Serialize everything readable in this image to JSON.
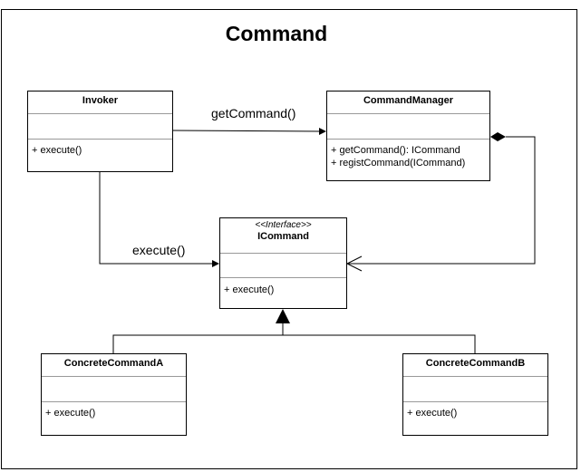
{
  "title": "Command",
  "classes": {
    "invoker": {
      "name": "Invoker",
      "ops": [
        "+ execute()"
      ]
    },
    "command_manager": {
      "name": "CommandManager",
      "ops": [
        "+ getCommand(): ICommand",
        "+ registCommand(ICommand)"
      ]
    },
    "icommand": {
      "stereotype": "<<Interface>>",
      "name": "ICommand",
      "ops": [
        "+ execute()"
      ]
    },
    "concrete_a": {
      "name": "ConcreteCommandA",
      "ops": [
        "+ execute()"
      ]
    },
    "concrete_b": {
      "name": "ConcreteCommandB",
      "ops": [
        "+ execute()"
      ]
    }
  },
  "labels": {
    "get_command": "getCommand()",
    "execute": "execute()"
  }
}
